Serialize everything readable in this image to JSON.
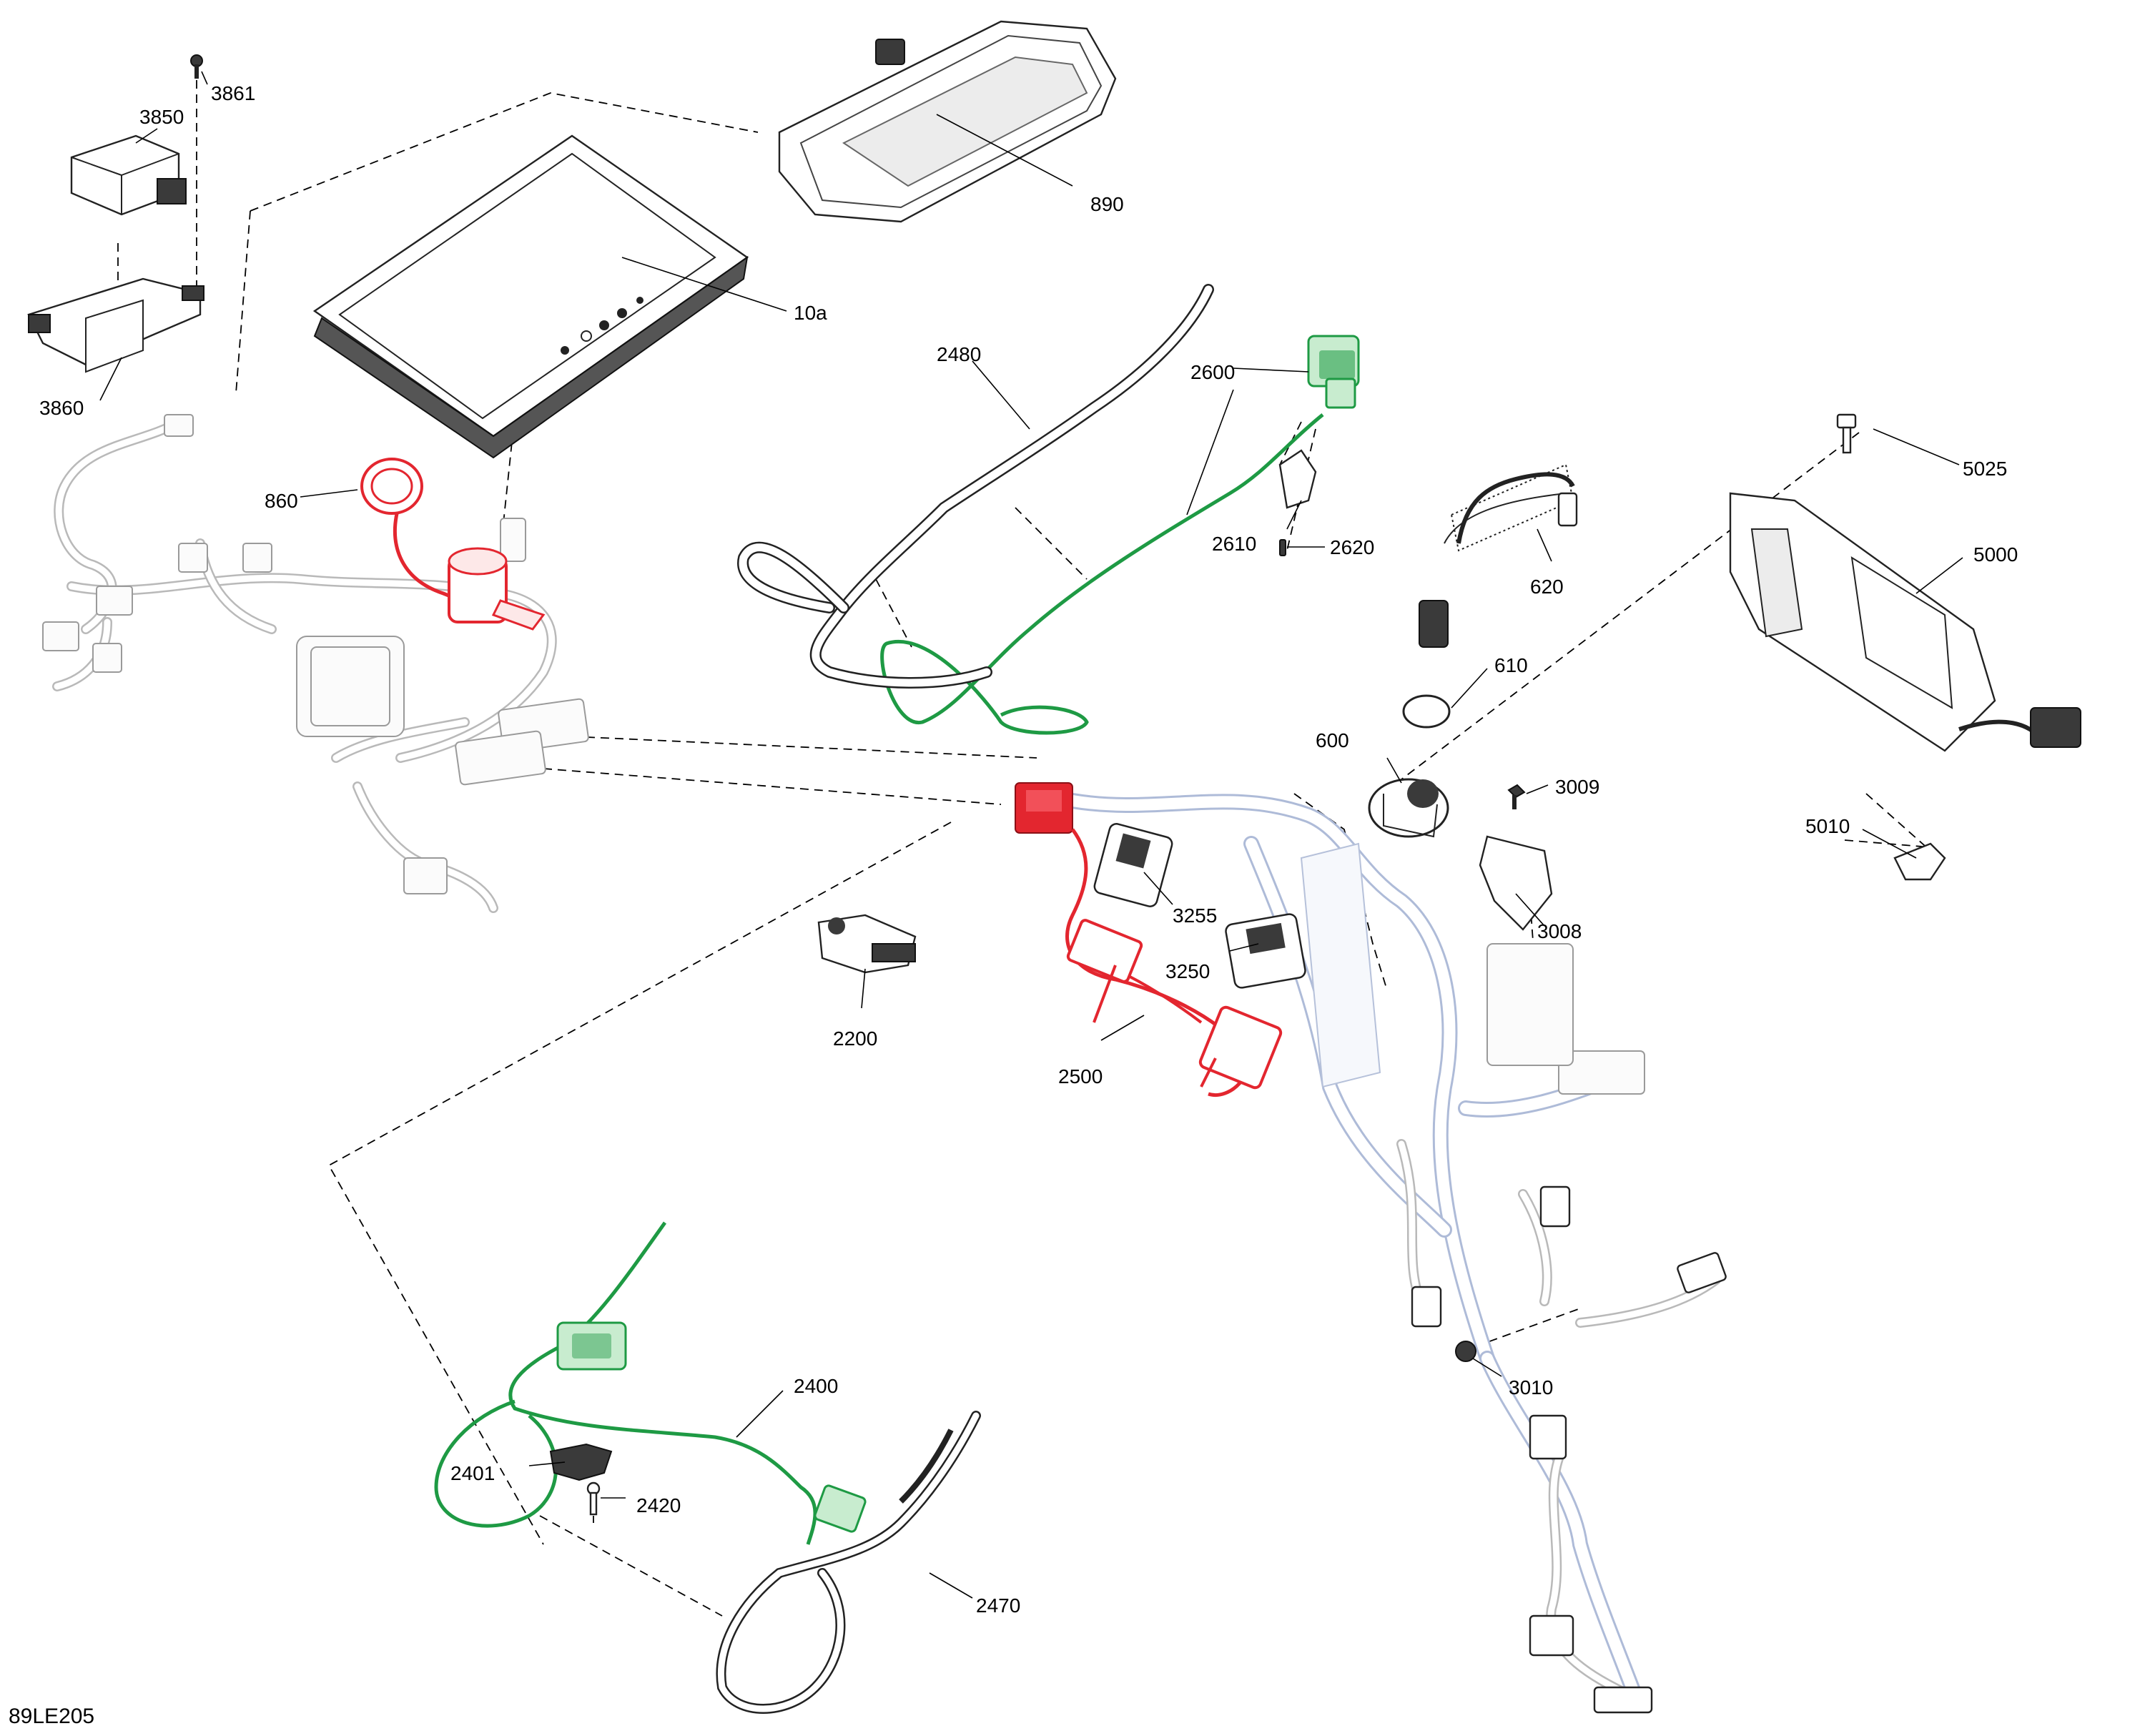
{
  "figure_id": "89LE205",
  "highlight_colors": {
    "red": "#e3262f",
    "green": "#1e9a44",
    "gray": "#b9b9b9",
    "blue": "#aebbd8"
  },
  "callouts": {
    "c3861": "3861",
    "c3850": "3850",
    "c3860": "3860",
    "c890": "890",
    "c10a": "10a",
    "c860": "860",
    "c2480": "2480",
    "c2600": "2600",
    "c2610": "2610",
    "c2620": "2620",
    "c5025": "5025",
    "c5000": "5000",
    "c620": "620",
    "c610": "610",
    "c600": "600",
    "c3009": "3009",
    "c5010": "5010",
    "c3255": "3255",
    "c3250": "3250",
    "c3008": "3008",
    "c2200": "2200",
    "c2500": "2500",
    "c3010": "3010",
    "c2400": "2400",
    "c2401": "2401",
    "c2420": "2420",
    "c2470": "2470"
  }
}
